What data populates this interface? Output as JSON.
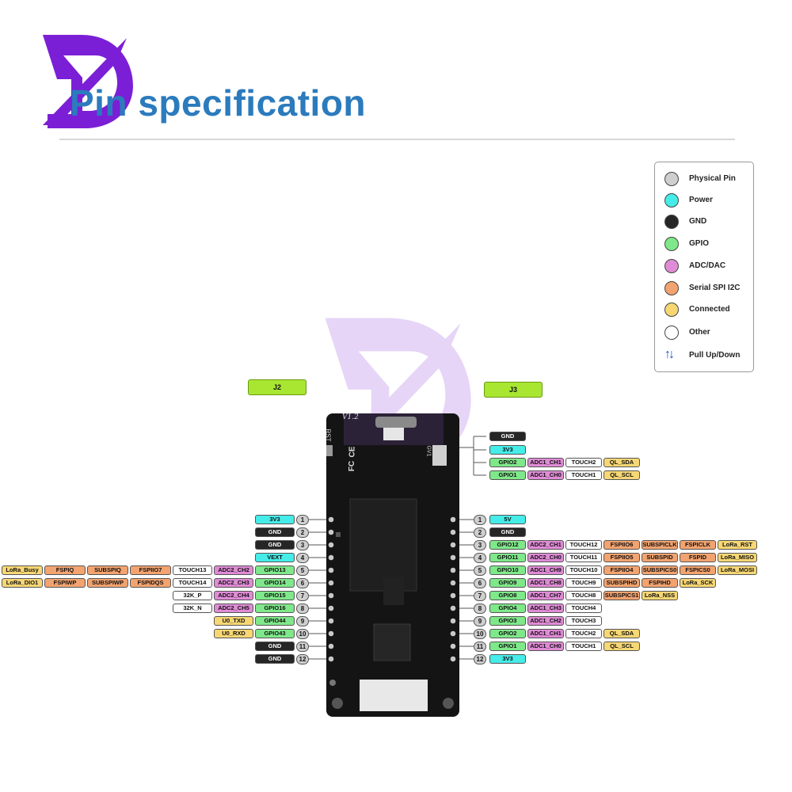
{
  "title": "Pin specification",
  "colors": {
    "physical": "#cfcfcf",
    "power": "#45ece8",
    "gnd": "#262626",
    "gpio": "#7fe88a",
    "adc": "#e08bd6",
    "serial": "#f3a36f",
    "connected": "#f7d774",
    "other": "#ffffff",
    "header": "#a8e632",
    "title": "#2b7bbd",
    "logo": "#7b1fd6",
    "arrow": "#1a55c8"
  },
  "legend": [
    {
      "label": "Physical Pin",
      "type": "physical"
    },
    {
      "label": "Power",
      "type": "power"
    },
    {
      "label": "GND",
      "type": "gnd"
    },
    {
      "label": "GPIO",
      "type": "gpio"
    },
    {
      "label": "ADC/DAC",
      "type": "adc"
    },
    {
      "label": "Serial SPI I2C",
      "type": "serial"
    },
    {
      "label": "Connected",
      "type": "connected"
    },
    {
      "label": "Other",
      "type": "other"
    },
    {
      "label": "Pull Up/Down",
      "type": "arrows",
      "icon": "pull-up-down-arrows-icon"
    }
  ],
  "headers": {
    "j2": "J2",
    "j3": "J3"
  },
  "board": {
    "version": "V1.2",
    "rst": "RST",
    "ce": "CE",
    "fc": "FC",
    "gv": "GV1"
  },
  "j3_top": [
    {
      "cells": [
        {
          "t": "GND",
          "c": "gnd"
        }
      ]
    },
    {
      "cells": [
        {
          "t": "3V3",
          "c": "power"
        }
      ]
    },
    {
      "cells": [
        {
          "t": "GPIO2",
          "c": "gpio"
        },
        {
          "t": "ADC1_CH1",
          "c": "adc"
        },
        {
          "t": "TOUCH2",
          "c": "other"
        },
        {
          "t": "QL_SDA",
          "c": "connected"
        }
      ]
    },
    {
      "cells": [
        {
          "t": "GPIO1",
          "c": "gpio"
        },
        {
          "t": "ADC1_CH0",
          "c": "adc"
        },
        {
          "t": "TOUCH1",
          "c": "other"
        },
        {
          "t": "QL_SCL",
          "c": "connected"
        }
      ]
    }
  ],
  "j2": [
    {
      "num": "1",
      "cells": [
        {
          "t": "3V3",
          "c": "power"
        }
      ]
    },
    {
      "num": "2",
      "cells": [
        {
          "t": "GND",
          "c": "gnd"
        }
      ]
    },
    {
      "num": "3",
      "cells": [
        {
          "t": "GND",
          "c": "gnd"
        }
      ]
    },
    {
      "num": "4",
      "cells": [
        {
          "t": "VEXT",
          "c": "power"
        }
      ]
    },
    {
      "num": "5",
      "cells": [
        {
          "t": "GPIO13",
          "c": "gpio"
        },
        {
          "t": "ADC2_CH2",
          "c": "adc"
        },
        {
          "t": "TOUCH13",
          "c": "other"
        },
        {
          "t": "FSPIIO7",
          "c": "serial"
        },
        {
          "t": "SUBSPIQ",
          "c": "serial"
        },
        {
          "t": "FSPIQ",
          "c": "serial"
        },
        {
          "t": "LoRa_Busy",
          "c": "connected"
        }
      ]
    },
    {
      "num": "6",
      "cells": [
        {
          "t": "GPIO14",
          "c": "gpio"
        },
        {
          "t": "ADC2_CH3",
          "c": "adc"
        },
        {
          "t": "TOUCH14",
          "c": "other"
        },
        {
          "t": "FSPIDQS",
          "c": "serial"
        },
        {
          "t": "SUBSPIWP",
          "c": "serial"
        },
        {
          "t": "FSPIWP",
          "c": "serial"
        },
        {
          "t": "LoRa_DIO1",
          "c": "connected"
        }
      ]
    },
    {
      "num": "7",
      "cells": [
        {
          "t": "GPIO15",
          "c": "gpio"
        },
        {
          "t": "ADC2_CH4",
          "c": "adc"
        },
        {
          "t": "32K_P",
          "c": "other"
        }
      ]
    },
    {
      "num": "8",
      "cells": [
        {
          "t": "GPIO16",
          "c": "gpio"
        },
        {
          "t": "ADC2_CH5",
          "c": "adc"
        },
        {
          "t": "32K_N",
          "c": "other"
        }
      ]
    },
    {
      "num": "9",
      "cells": [
        {
          "t": "GPIO44",
          "c": "gpio"
        },
        {
          "t": "U0_TXD",
          "c": "connected"
        }
      ]
    },
    {
      "num": "10",
      "cells": [
        {
          "t": "GPIO43",
          "c": "gpio"
        },
        {
          "t": "U0_RXD",
          "c": "connected"
        }
      ]
    },
    {
      "num": "11",
      "cells": [
        {
          "t": "GND",
          "c": "gnd"
        }
      ]
    },
    {
      "num": "12",
      "cells": [
        {
          "t": "GND",
          "c": "gnd"
        }
      ]
    }
  ],
  "j3": [
    {
      "num": "1",
      "cells": [
        {
          "t": "5V",
          "c": "power"
        }
      ]
    },
    {
      "num": "2",
      "cells": [
        {
          "t": "GND",
          "c": "gnd"
        }
      ]
    },
    {
      "num": "3",
      "cells": [
        {
          "t": "GPIO12",
          "c": "gpio"
        },
        {
          "t": "ADC2_CH1",
          "c": "adc"
        },
        {
          "t": "TOUCH12",
          "c": "other"
        },
        {
          "t": "FSPIIO6",
          "c": "serial"
        },
        {
          "t": "SUBSPICLK",
          "c": "serial"
        },
        {
          "t": "FSPICLK",
          "c": "serial"
        },
        {
          "t": "LoRa_RST",
          "c": "connected"
        }
      ]
    },
    {
      "num": "4",
      "cells": [
        {
          "t": "GPIO11",
          "c": "gpio"
        },
        {
          "t": "ADC2_CH0",
          "c": "adc"
        },
        {
          "t": "TOUCH11",
          "c": "other"
        },
        {
          "t": "FSPIIO5",
          "c": "serial"
        },
        {
          "t": "SUBSPID",
          "c": "serial"
        },
        {
          "t": "FSPID",
          "c": "serial"
        },
        {
          "t": "LoRa_MISO",
          "c": "connected"
        }
      ]
    },
    {
      "num": "5",
      "cells": [
        {
          "t": "GPIO10",
          "c": "gpio"
        },
        {
          "t": "ADC1_CH9",
          "c": "adc"
        },
        {
          "t": "TOUCH10",
          "c": "other"
        },
        {
          "t": "FSPIIO4",
          "c": "serial"
        },
        {
          "t": "SUBSPICS0",
          "c": "serial"
        },
        {
          "t": "FSPICS0",
          "c": "serial"
        },
        {
          "t": "LoRa_MOSI",
          "c": "connected"
        }
      ]
    },
    {
      "num": "6",
      "cells": [
        {
          "t": "GPIO9",
          "c": "gpio"
        },
        {
          "t": "ADC1_CH8",
          "c": "adc"
        },
        {
          "t": "TOUCH9",
          "c": "other"
        },
        {
          "t": "SUBSPIHD",
          "c": "serial"
        },
        {
          "t": "FSPIHD",
          "c": "serial"
        },
        {
          "t": "LoRa_SCK",
          "c": "connected"
        }
      ]
    },
    {
      "num": "7",
      "cells": [
        {
          "t": "GPIO8",
          "c": "gpio"
        },
        {
          "t": "ADC1_CH7",
          "c": "adc"
        },
        {
          "t": "TOUCH8",
          "c": "other"
        },
        {
          "t": "SUBSPICS1",
          "c": "serial"
        },
        {
          "t": "LoRa_NSS",
          "c": "connected"
        }
      ]
    },
    {
      "num": "8",
      "cells": [
        {
          "t": "GPIO4",
          "c": "gpio"
        },
        {
          "t": "ADC1_CH3",
          "c": "adc"
        },
        {
          "t": "TOUCH4",
          "c": "other"
        }
      ]
    },
    {
      "num": "9",
      "cells": [
        {
          "t": "GPIO3",
          "c": "gpio"
        },
        {
          "t": "ADC1_CH2",
          "c": "adc"
        },
        {
          "t": "TOUCH3",
          "c": "other"
        }
      ]
    },
    {
      "num": "10",
      "cells": [
        {
          "t": "GPIO2",
          "c": "gpio"
        },
        {
          "t": "ADC1_CH1",
          "c": "adc"
        },
        {
          "t": "TOUCH2",
          "c": "other"
        },
        {
          "t": "QL_SDA",
          "c": "connected"
        }
      ]
    },
    {
      "num": "11",
      "cells": [
        {
          "t": "GPIO1",
          "c": "gpio"
        },
        {
          "t": "ADC1_CH0",
          "c": "adc"
        },
        {
          "t": "TOUCH1",
          "c": "other"
        },
        {
          "t": "QL_SCL",
          "c": "connected"
        }
      ]
    },
    {
      "num": "12",
      "cells": [
        {
          "t": "3V3",
          "c": "power"
        }
      ]
    }
  ]
}
